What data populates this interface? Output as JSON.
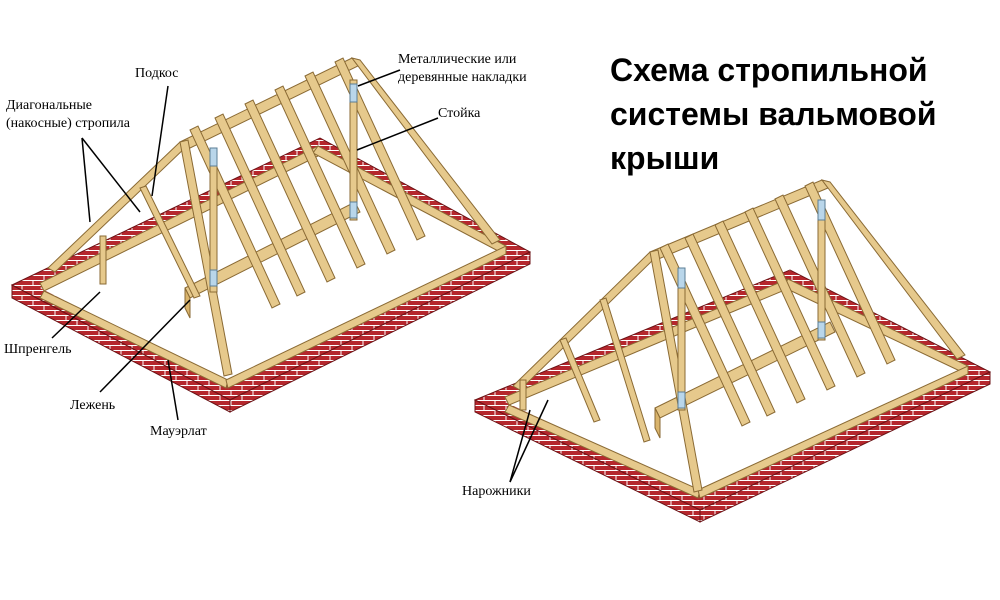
{
  "title": {
    "line1": "Схема стропильной",
    "line2": "системы вальмовой",
    "line3": "крыши"
  },
  "labels": {
    "podkos": "Подкос",
    "diagonal_line1": "Диагональные",
    "diagonal_line2": "(накосные) стропила",
    "nakladki_line1": "Металлические или",
    "nakladki_line2": "деревянные накладки",
    "stoyka": "Стойка",
    "shprengel": "Шпренгель",
    "lezhen": "Лежень",
    "mauerlat": "Мауэрлат",
    "narozhniki": "Нарожники"
  },
  "colors": {
    "brick": "#b5272d",
    "brick_mortar": "#ffffff",
    "timber": "#e6c98c",
    "timber_edge": "#8a6a34",
    "plate": "#b9d6ea",
    "leader": "#000000"
  }
}
